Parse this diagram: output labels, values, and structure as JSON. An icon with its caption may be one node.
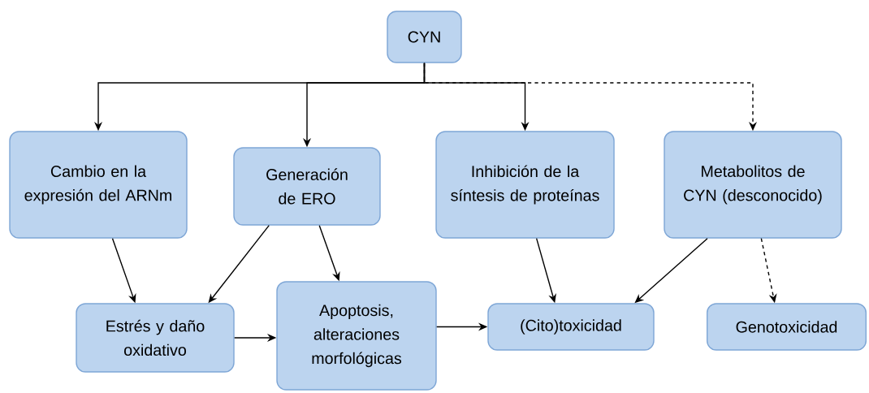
{
  "diagram": {
    "nodes": [
      {
        "text": [
          "CYN"
        ]
      },
      {
        "text": [
          "Cambio en la expresión del ARNm"
        ]
      },
      {
        "text": [
          "Generación de ERO"
        ]
      },
      {
        "text": [
          "Inhibición de la síntesis de proteínas"
        ]
      },
      {
        "text": [
          "Metabolitos de CYN (desconocido)"
        ]
      },
      {
        "text": [
          "Estrés y daño oxidativo"
        ]
      },
      {
        "text": [
          "Apoptosis, alteraciones morfológicas"
        ]
      },
      {
        "text": [
          "(Cito)toxicidad"
        ]
      },
      {
        "text": [
          "Genotoxicidad"
        ]
      }
    ],
    "edges": [
      {
        "from": 0,
        "to": 1,
        "arrow": "to"
      },
      {
        "from": 0,
        "to": 2,
        "arrow": "to"
      },
      {
        "from": 0,
        "to": 3,
        "arrow": "to"
      },
      {
        "from": 0,
        "to": 4,
        "arrow": "to",
        "style": "dashed"
      },
      {
        "from": 1,
        "to": 5,
        "arrow": "to"
      },
      {
        "from": 2,
        "to": 5,
        "arrow": "to"
      },
      {
        "from": 2,
        "to": 6,
        "arrow": "to"
      },
      {
        "from": 5,
        "to": 6,
        "arrow": "to"
      },
      {
        "from": 6,
        "to": 7,
        "arrow": "to"
      },
      {
        "from": 3,
        "to": 7,
        "arrow": "to"
      },
      {
        "from": 4,
        "to": 7,
        "arrow": "to"
      },
      {
        "from": 4,
        "to": 8,
        "arrow": "to",
        "style": "dashed"
      }
    ]
  }
}
